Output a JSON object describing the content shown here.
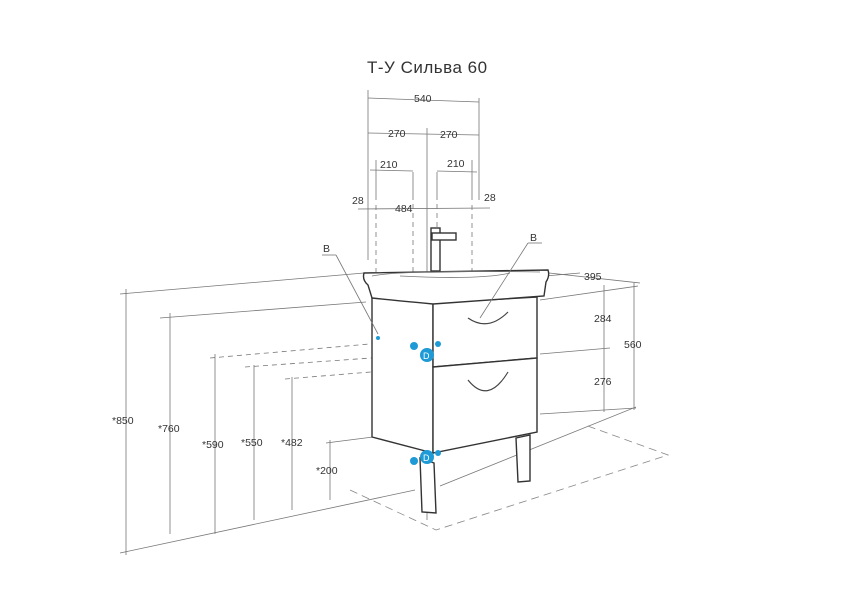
{
  "title": "Т-У Сильва 60",
  "dimensions": {
    "overall_width": "540",
    "half_left": "270",
    "half_right": "270",
    "offset_left": "210",
    "offset_right": "210",
    "inner_width": "484",
    "side_left": "28",
    "side_right": "28",
    "depth": "395",
    "drawer_top_height": "284",
    "drawer_bottom_height": "276",
    "body_height": "560",
    "total_height": "*850",
    "sink_height": "*760",
    "pipe_590": "*590",
    "pipe_550": "*550",
    "pipe_482": "*482",
    "floor_gap": "*200"
  },
  "labels": {
    "marker_b_left": "B",
    "marker_b_right": "B",
    "marker_d_top": "D",
    "marker_d_bottom": "D"
  },
  "colors": {
    "line": "#555555",
    "accent_marker": "#1e9ad6"
  }
}
